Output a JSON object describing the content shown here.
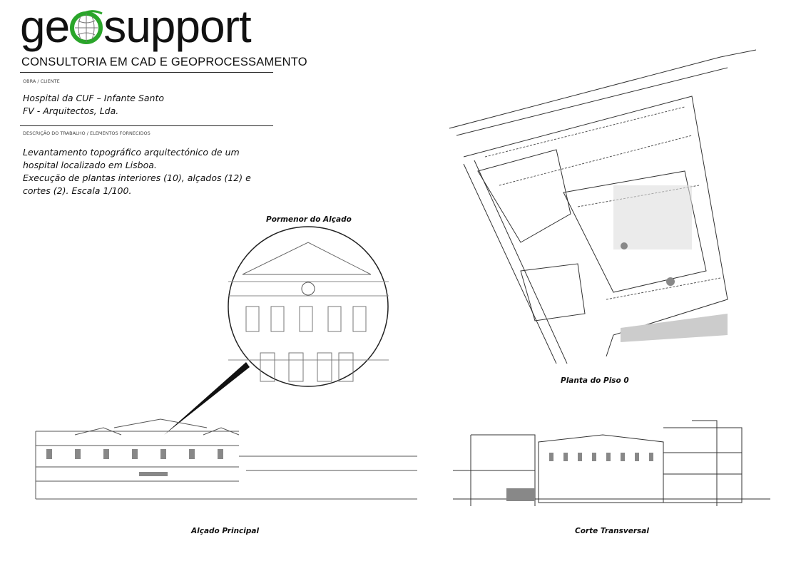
{
  "logo": {
    "left": "ge",
    "right": "support"
  },
  "tagline": "CONSULTORIA EM CAD E GEOPROCESSAMENTO",
  "client_section": {
    "label": "OBRA / CLIENTE",
    "lines": [
      "Hospital da CUF – Infante Santo",
      "FV - Arquitectos, Lda."
    ]
  },
  "description_section": {
    "label": "DESCRIÇÃO DO TRABALHO / ELEMENTOS FORNECIDOS",
    "lines": [
      "Levantamento topográfico arquitectónico de um hospital localizado em Lisboa.",
      "Execução de plantas interiores (10), alçados (12) e cortes (2). Escala 1/100."
    ]
  },
  "captions": {
    "detail": "Pormenor do Alçado",
    "plan": "Planta do Piso 0",
    "elevation": "Alçado Principal",
    "section": "Corte Transversal"
  },
  "colors": {
    "brand_green": "#2aa52a"
  }
}
